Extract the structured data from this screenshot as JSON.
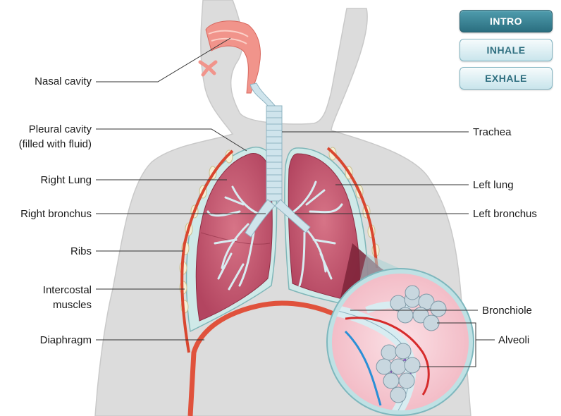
{
  "buttons": {
    "intro": "INTRO",
    "inhale": "INHALE",
    "exhale": "EXHALE"
  },
  "labels": {
    "nasal_cavity": "Nasal cavity",
    "pleural_cavity_line1": "Pleural cavity",
    "pleural_cavity_line2": "(filled with fluid)",
    "right_lung": "Right Lung",
    "right_bronchus": "Right bronchus",
    "ribs": "Ribs",
    "intercostal_line1": "Intercostal",
    "intercostal_line2": "muscles",
    "diaphragm": "Diaphragm",
    "trachea": "Trachea",
    "left_lung": "Left lung",
    "left_bronchus": "Left bronchus",
    "bronchiole": "Bronchiole",
    "alveoli": "Alveoli"
  },
  "colors": {
    "active_button": "#2b6f80",
    "lung_tissue": "#c2566b",
    "diaphragm": "#e0523c",
    "airway": "#cfe4ec",
    "body": "#dcdcdc"
  },
  "icons": {
    "figure": "respiratory-system-illustration",
    "magnifier": "alveoli-magnified-view"
  }
}
